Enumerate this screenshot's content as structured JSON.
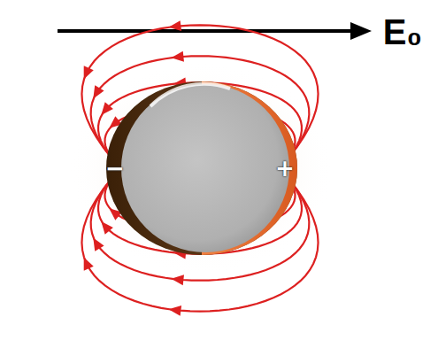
{
  "diagram": {
    "labels": [
      "E₀",
      "−",
      "+"
    ]
  }
}
